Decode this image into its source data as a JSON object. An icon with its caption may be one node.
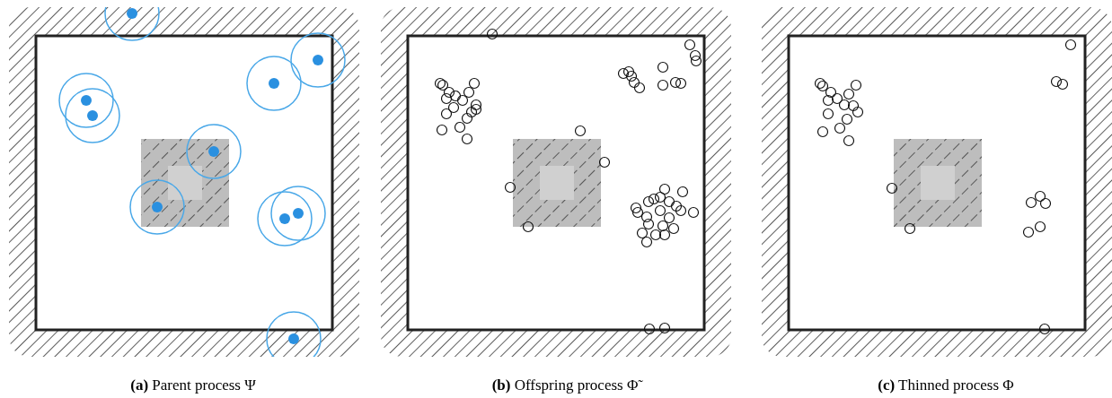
{
  "diagram": {
    "labels": [
      "**(a)** Parent process Ψ",
      "**(b)** Offspring process Φ̃",
      "**(c)** Thinned process Φ"
    ]
  }
}
